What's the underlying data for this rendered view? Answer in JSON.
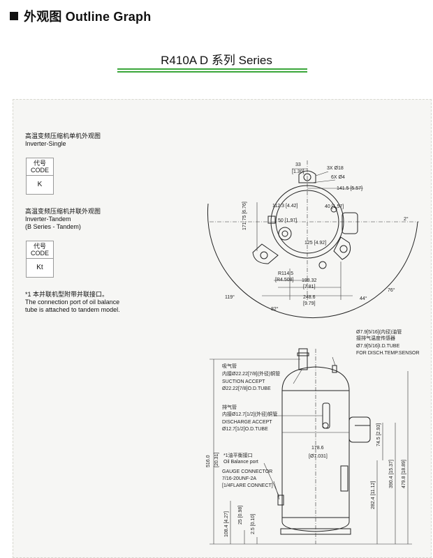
{
  "header": {
    "title": "外观图 Outline Graph"
  },
  "series": {
    "title": "R410A D 系列 Series"
  },
  "left": {
    "single_cn": "高温变频压缩机单机外观图",
    "single_en": "Inverter-Single",
    "code_header_cn": "代号",
    "code_header_en": "CODE",
    "code_single": "K",
    "tandem_cn": "高温变频压缩机并联外观图",
    "tandem_en": "Inverter-Tandem",
    "tandem_en2": "(B Series - Tandem)",
    "code_tandem": "Kt",
    "note_cn": "*1 本并联机型附带并联接口。",
    "note_en1": "The connection port of oil balance",
    "note_en2": "tube is attached to tandem model."
  },
  "top_view": {
    "d33": "33",
    "d33_in": "[1.30]",
    "holes3": "3X Ø18",
    "holes6": "6X Ø4",
    "d141": "141.5 [5.57]",
    "d40": "40 [1.57]",
    "d112": "112.3 [4.42]",
    "d50": "50 [1.97]",
    "d171": "171.75 [6.76]",
    "d125": "125 [4.92]",
    "r114": "R114.5",
    "r114_in": "[R4.508]",
    "d198": "198.32",
    "d198_in": "[7.81]",
    "d248": "248.6",
    "d248_in": "[9.79]",
    "a2": "2°",
    "a76": "76°",
    "a44": "44°",
    "a119": "119°",
    "a82": "82°"
  },
  "side_view": {
    "disch_tube_l1": "Ø7.9[5/16](内径)油管",
    "disch_tube_l2": "接排气温度传感器",
    "disch_tube_l3": "Ø7.9[5/16]I.D.TUBE",
    "disch_tube_l4": "FOR DISCH.TEMP.SENSOR",
    "suction_l1": "吸气管",
    "suction_l2": "内接Ø22.22[7/8](外径)铜管",
    "suction_l3": "SUCTION ACCEPT",
    "suction_l4": "Ø22.22[7/8]O.D.TUBE",
    "discharge_l1": "排气管",
    "discharge_l2": "内接Ø12.7[1/2](外径)铜管",
    "discharge_l3": "DISCHARGE ACCEPT",
    "discharge_l4": "Ø12.7[1/2]O.D.TUBE",
    "oil_l1": "*1油平衡接口",
    "oil_l2": "Oil Balance port",
    "gauge_l1": "GAUGE CONNECTOR",
    "gauge_l2": "7/16-20UNF-2A",
    "gauge_l3": "[1/4FLARE CONNECT]",
    "d178": "178.6",
    "d178_in": "[Ø7.031]",
    "d516": "516.0",
    "d516_in": "[20.31]",
    "d74": "74.5 [2.93]",
    "d390": "390.4 [15.37]",
    "d479": "479.8 [18.89]",
    "d282": "282.4 [11.12]",
    "d108": "108.4 [4.27]",
    "d25": "25 [0.98]",
    "d2_5": "2.5 [0.10]"
  },
  "colors": {
    "accent_green": "#3aa63a"
  }
}
